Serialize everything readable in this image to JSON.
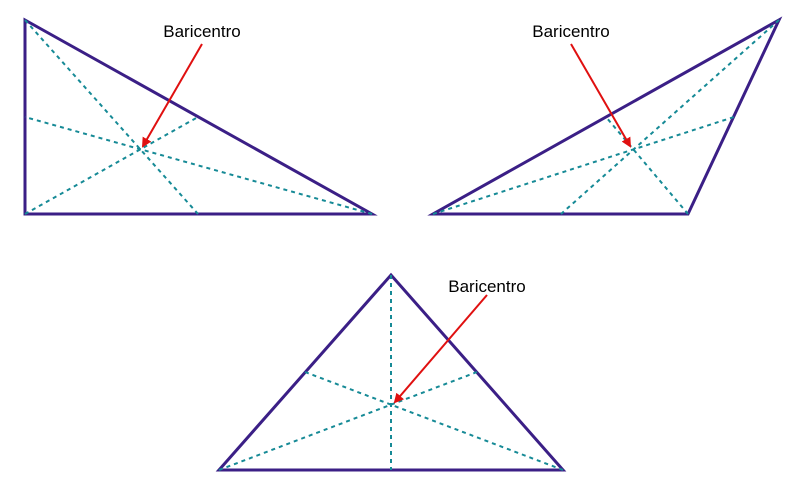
{
  "colors": {
    "triangle": "#3b1f86",
    "median": "#168a96",
    "arrow": "#e01010",
    "text": "#000000"
  },
  "figures": [
    {
      "label": "Baricentro"
    },
    {
      "label": "Baricentro"
    },
    {
      "label": "Baricentro"
    }
  ]
}
